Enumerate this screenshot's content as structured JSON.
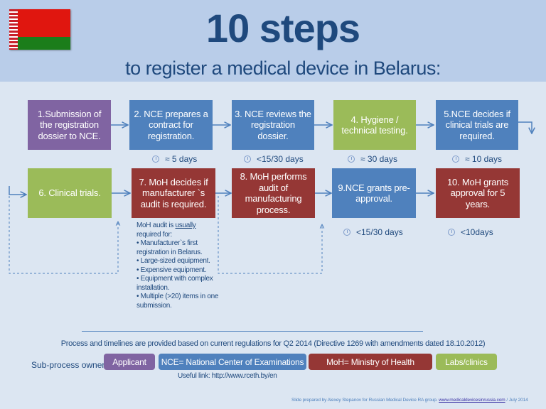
{
  "header": {
    "title": "10 steps",
    "subtitle": "to register a medical device in Belarus:",
    "flag_icon": "belarus-flag-icon"
  },
  "colors": {
    "applicant": "#8064a2",
    "nce": "#4f81bd",
    "moh": "#953735",
    "labs": "#9bbb59",
    "header_bg": "#b9cde9",
    "page_bg": "#dce6f2",
    "text": "#1f497d"
  },
  "steps": [
    {
      "label": "1.Submission of the registration dossier to NCE.",
      "owner": "applicant"
    },
    {
      "label": "2. NCE prepares a contract for registration.",
      "owner": "nce",
      "timing": "≈ 5 days"
    },
    {
      "label": "3. NCE reviews the registration dossier.",
      "owner": "nce",
      "timing": "<15/30 days"
    },
    {
      "label": "4. Hygiene / technical  testing.",
      "owner": "labs",
      "timing": "≈ 30 days"
    },
    {
      "label": "5.NCE decides if clinical trials are required.",
      "owner": "nce",
      "timing": "≈ 10 days"
    },
    {
      "label": "6. Clinical trials.",
      "owner": "labs"
    },
    {
      "label": "7. MoH decides if manufacturer `s audit  is required.",
      "owner": "moh"
    },
    {
      "label": "8. MoH performs audit of manufacturing process.",
      "owner": "moh"
    },
    {
      "label": "9.NCE grants pre-approval.",
      "owner": "nce",
      "timing": "<15/30 days"
    },
    {
      "label": "10. MoH grants approval for 5 years.",
      "owner": "moh",
      "timing": "<10days"
    }
  ],
  "audit_note": {
    "intro_prefix": "MoH audit is ",
    "intro_emphasis": "usually",
    "intro_suffix": " required for:",
    "bullets": [
      "• Manufacturer`s first registration in Belarus.",
      "• Large-sized equipment.",
      "• Expensive equipment.",
      "• Equipment with complex installation.",
      "• Multiple (>20) items in one submission."
    ]
  },
  "footer": {
    "disclaimer": "Process and timelines are provided  based on current regulations for Q2 2014 (Directive 1269 with amendments dated 18.10.2012)",
    "legend_label": "Sub-process owner:",
    "legend": [
      {
        "label": "Applicant"
      },
      {
        "label": "NCE= National Center of Examinations"
      },
      {
        "label": "MoH= Ministry of Health"
      },
      {
        "label": "Labs/clinics"
      }
    ],
    "useful_link": "Useful link: http://www.rceth.by/en",
    "credit_prefix": "Slide prepared by Alexey Stepanov for Russian  Medical Device RA group. ",
    "credit_link": "www.medicaldevicesinrussia.com",
    "credit_suffix": " / July 2014"
  }
}
